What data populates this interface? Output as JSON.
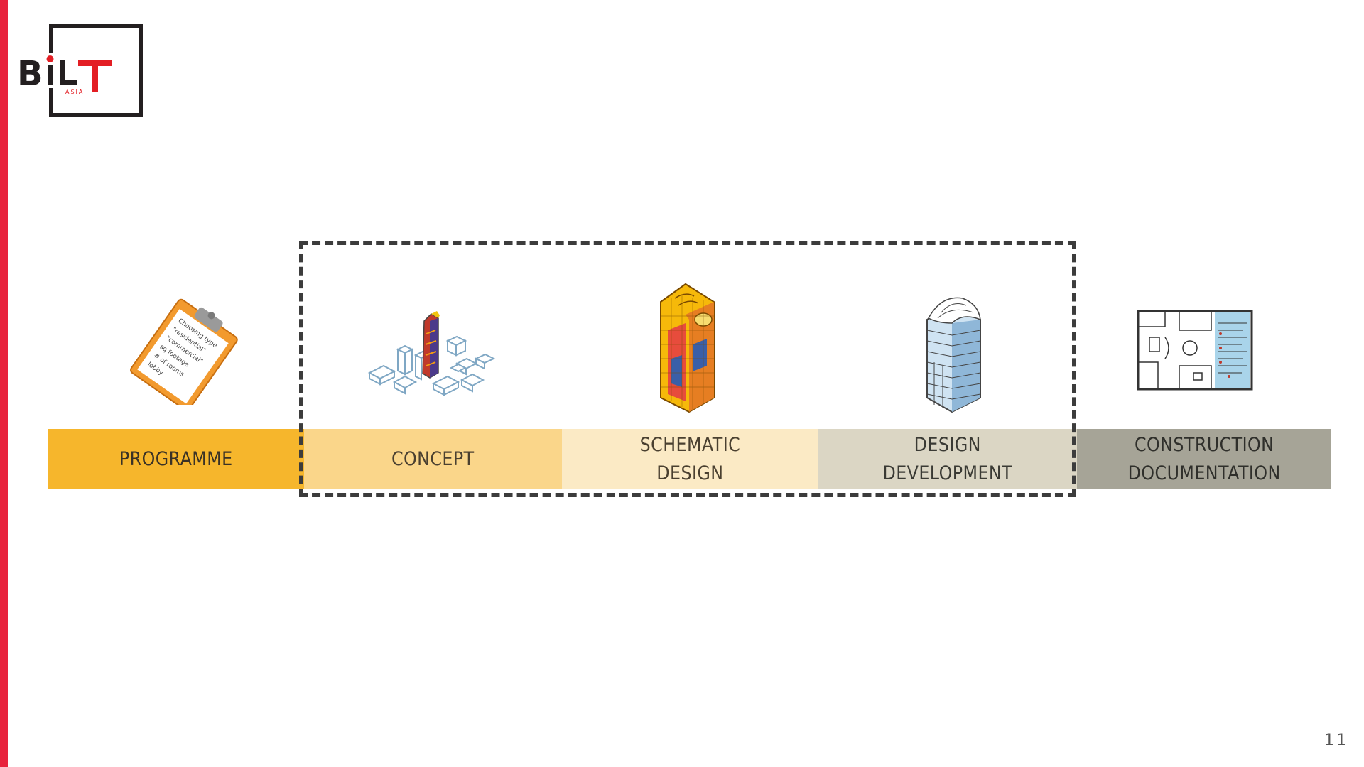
{
  "logo": {
    "letters_main": "BiLT",
    "letters_sub": "ASIA",
    "frame_color": "#231f20",
    "accent_color": "#e31e24"
  },
  "accent_bar_color": "#e8233d",
  "page_number": "11",
  "stages": [
    {
      "label": "PROGRAMME",
      "color": "#f6b62c",
      "text_color": "#3a3226",
      "icon": "clipboard-checklist-icon"
    },
    {
      "label": "CONCEPT",
      "color": "#fad68a",
      "text_color": "#4a4030",
      "icon": "massing-blocks-icon"
    },
    {
      "label": "SCHEMATIC\nDESIGN",
      "color": "#fbeac5",
      "text_color": "#4a4030",
      "icon": "analysis-tower-icon"
    },
    {
      "label": "DESIGN\nDEVELOPMENT",
      "color": "#dbd6c4",
      "text_color": "#3a3a34",
      "icon": "glass-tower-icon"
    },
    {
      "label": "CONSTRUCTION\nDOCUMENTATION",
      "color": "#a6a497",
      "text_color": "#2f2f2b",
      "icon": "floor-plan-drawing-icon"
    }
  ],
  "clipboard_checklist": {
    "lines": [
      "Choosing type",
      "\"residential\"",
      "\"commercial\"",
      "sq footage",
      "# of rooms",
      "lobby"
    ]
  },
  "highlight_box": {
    "border_color": "#3c3c3c"
  }
}
